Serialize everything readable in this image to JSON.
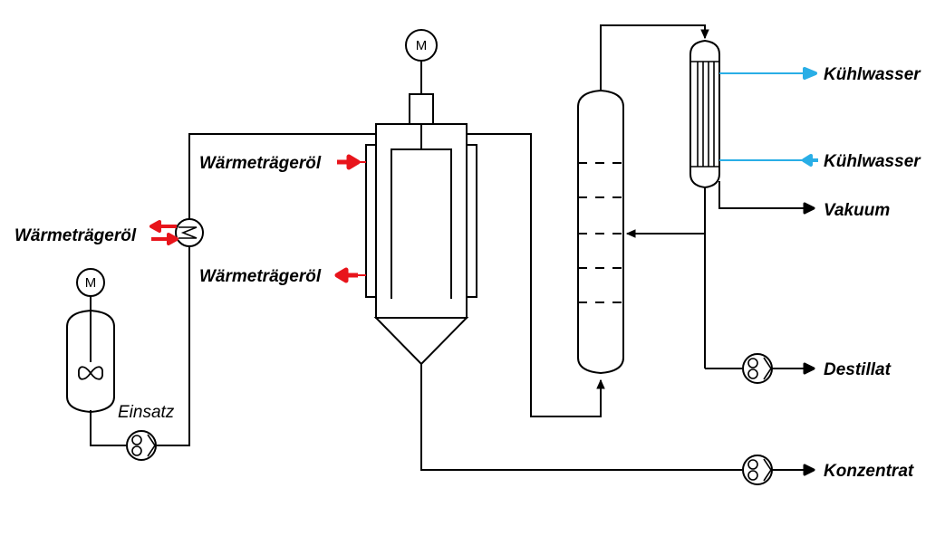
{
  "labels": {
    "heat_oil_left": "Wärmeträgeröl",
    "heat_oil_top": "Wärmeträgeröl",
    "heat_oil_bottom": "Wärmeträgeröl",
    "feed": "Einsatz",
    "cooling_water_out": "Kühlwasser",
    "cooling_water_in": "Kühlwasser",
    "vacuum": "Vakuum",
    "distillate": "Destillat",
    "concentrate": "Konzentrat"
  },
  "motors": {
    "feed_tank": "M",
    "evaporator": "M"
  },
  "colors": {
    "line": "#000000",
    "heat_oil": "#e8141b",
    "cooling_water": "#29aee6"
  },
  "icons": {
    "motor": "motor-icon",
    "pump": "pump-icon",
    "heat_exchanger": "heat-exchanger-icon",
    "agitator": "agitator-icon"
  }
}
